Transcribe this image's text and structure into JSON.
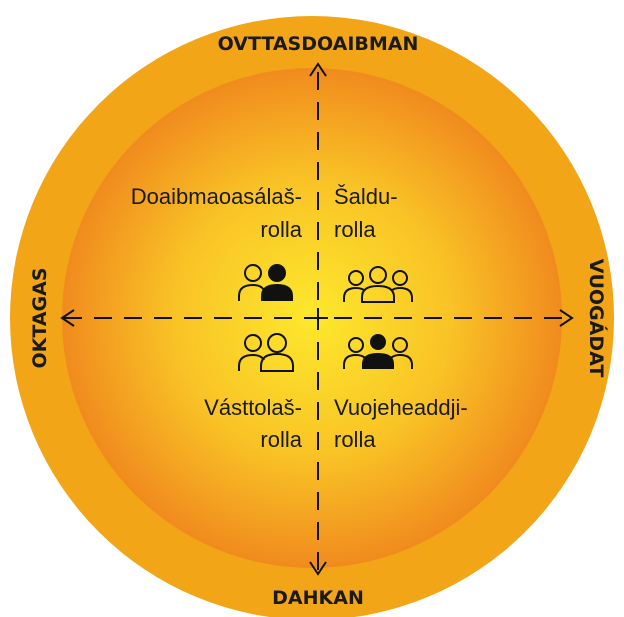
{
  "axes": {
    "top": "OVTTASDOAIBMAN",
    "bottom": "DAHKAN",
    "left": "OKTAGAS",
    "right": "VUOGÁDAT"
  },
  "roles": {
    "top_left": {
      "line1": "Doaibmaoasálaš-",
      "line2": "rolla"
    },
    "top_right": {
      "line1": "Šaldu-",
      "line2": "rolla"
    },
    "bottom_left": {
      "line1": "Vásttolaš-",
      "line2": "rolla"
    },
    "bottom_right": {
      "line1": "Vuojeheaddji-",
      "line2": "rolla"
    }
  },
  "colors": {
    "outer_ring": "#f2a516",
    "inner_center": "#fde02a",
    "inner_edge": "#f08b1e",
    "ink": "#111111"
  },
  "icons": {
    "top_left": "two-people-one-highlighted-icon",
    "top_right": "three-people-icon",
    "bottom_left": "two-people-icon",
    "bottom_right": "three-people-center-highlighted-icon"
  }
}
